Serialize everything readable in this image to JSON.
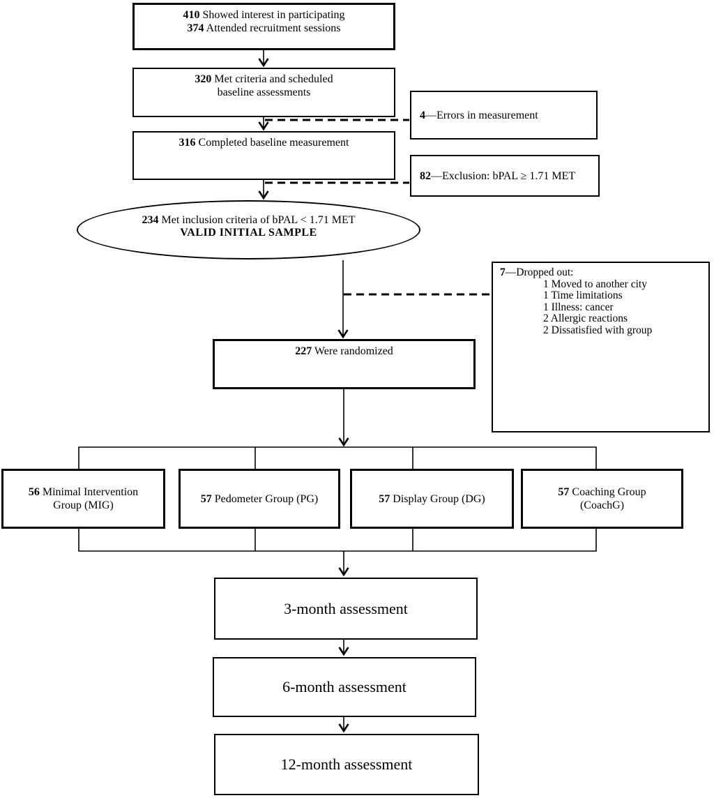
{
  "figure": {
    "type": "participant-flow-diagram",
    "colors": {
      "background": "#ffffff",
      "line": "#000000",
      "text": "#000000"
    }
  },
  "nodes": {
    "recruitment": {
      "line1_number": "410",
      "line1_text": "Showed interest in participating",
      "line2_number": "374",
      "line2_text": "Attended recruitment sessions"
    },
    "criteria": {
      "number": "320",
      "text_line1": "Met criteria and scheduled",
      "text_line2": "baseline assessments"
    },
    "errors": {
      "number": "4",
      "text": "—Errors in measurement"
    },
    "baseline": {
      "number": "316",
      "text": "Completed baseline measurement"
    },
    "exclusion": {
      "number": "82",
      "text": "—Exclusion: bPAL ≥ 1.71 MET"
    },
    "valid_sample": {
      "number": "234",
      "text": "Met inclusion criteria of bPAL < 1.71 MET",
      "subtitle": "VALID INITIAL SAMPLE"
    },
    "dropout": {
      "number": "7",
      "title": "—Dropped out:",
      "items": [
        "1 Moved to another city",
        "1 Time limitations",
        "1 Illness: cancer",
        "2 Allergic reactions",
        "2 Dissatisfied with group"
      ]
    },
    "randomized": {
      "number": "227",
      "text": "Were randomized"
    },
    "group_mig": {
      "number": "56",
      "text_line1": "Minimal Intervention",
      "text_line2": "Group (MIG)"
    },
    "group_pg": {
      "number": "57",
      "text": "Pedometer Group (PG)"
    },
    "group_dg": {
      "number": "57",
      "text": "Display Group (DG)"
    },
    "group_coachg": {
      "number": "57",
      "text_line1": "Coaching Group",
      "text_line2": "(CoachG)"
    },
    "assessment_3m": {
      "text": "3-month assessment"
    },
    "assessment_6m": {
      "text": "6-month assessment"
    },
    "assessment_12m": {
      "text": "12-month assessment"
    }
  }
}
